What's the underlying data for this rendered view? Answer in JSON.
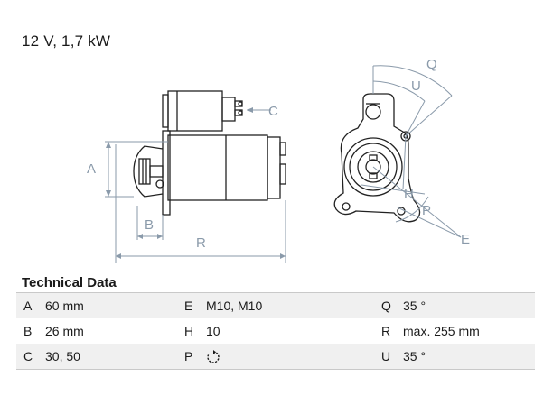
{
  "spec": "12 V, 1,7 kW",
  "diagram_labels": {
    "A": "A",
    "B": "B",
    "C": "C",
    "R": "R",
    "Q": "Q",
    "U": "U",
    "H": "H",
    "P": "P",
    "E": "E"
  },
  "technical_data": {
    "title": "Technical Data",
    "rows": [
      [
        {
          "k": "A",
          "v": "60 mm"
        },
        {
          "k": "E",
          "v": "M10, M10"
        },
        {
          "k": "Q",
          "v": "35 °"
        }
      ],
      [
        {
          "k": "B",
          "v": "26 mm"
        },
        {
          "k": "H",
          "v": "10"
        },
        {
          "k": "R",
          "v": "max. 255 mm"
        }
      ],
      [
        {
          "k": "C",
          "v": "30, 50"
        },
        {
          "k": "P",
          "v": ""
        },
        {
          "k": "U",
          "v": "35 °"
        }
      ]
    ],
    "rotation_icon": "clockwise-rotation-icon"
  },
  "colors": {
    "line": "#222222",
    "dimension": "#8a9aaa",
    "row_shade": "#f0f0f0"
  }
}
